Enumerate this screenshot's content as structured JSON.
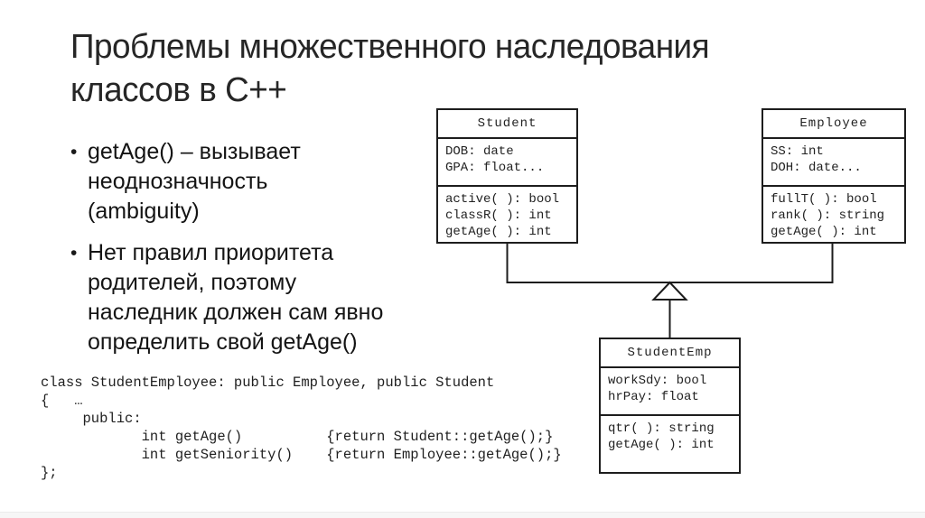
{
  "slide": {
    "title": "Проблемы множественного наследования\nклассов в C++",
    "bullets": [
      {
        "marker": "•",
        "text": "getAge() – вызывает\nнеоднозначность\n(ambiguity)"
      },
      {
        "marker": "•",
        "text": "Нет правил приоритета\nродителей, поэтому\nнаследник должен сам явно\nопределить свой getAge()"
      }
    ]
  },
  "diagram": {
    "relationship": "inheritance",
    "classes": [
      {
        "name": "Student",
        "attributes": [
          "DOB: date",
          "GPA: float..."
        ],
        "methods": [
          "active( ): bool",
          "classR( ): int",
          "getAge( ): int"
        ]
      },
      {
        "name": "Employee",
        "attributes": [
          "SS: int",
          "DOH: date..."
        ],
        "methods": [
          "fullT( ): bool",
          "rank( ): string",
          "getAge( ): int"
        ]
      },
      {
        "name": "StudentEmp",
        "attributes": [
          "workSdy: bool",
          "hrPay: float"
        ],
        "methods": [
          "qtr( ): string",
          "getAge( ): int"
        ]
      }
    ]
  },
  "code": {
    "lines": [
      "class StudentEmployee: public Employee, public Student",
      "{   …",
      "     public:",
      "            int getAge()          {return Student::getAge();}",
      "            int getSeniority()    {return Employee::getAge();}",
      "};"
    ]
  },
  "colors": {
    "background": "#ffffff",
    "line": "#1d1d1d",
    "text": "#1a1a1a"
  }
}
